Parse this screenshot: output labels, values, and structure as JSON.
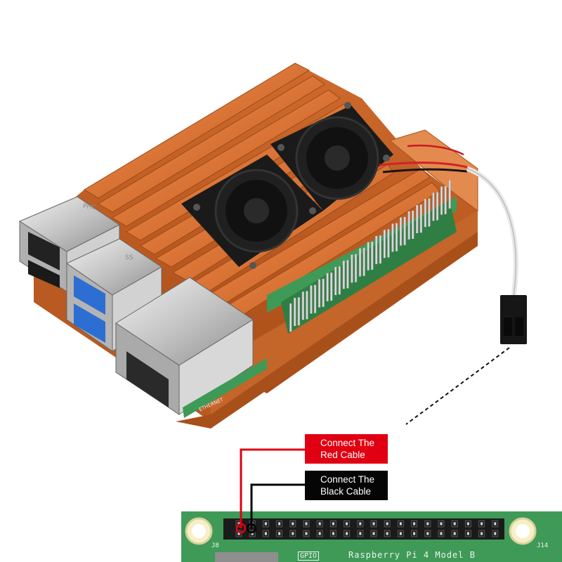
{
  "callouts": {
    "red": {
      "line1": "Connect The",
      "line2": "Red Cable",
      "color": "#e00012"
    },
    "black": {
      "line1": "Connect The",
      "line2": "Black Cable",
      "color": "#050505"
    }
  },
  "board_silkscreen": {
    "model": "Raspberry Pi 4 Model B",
    "gpio": "GPIO",
    "j8": "J8",
    "j14": "J14",
    "ethernet": "ETHERNET"
  },
  "usb_marks": [
    "PHC",
    "SS"
  ],
  "colors": {
    "case": "#d9773a",
    "fan": "#1c1c1c",
    "pcb": "#3f9a58",
    "wire_red": "#d4202a",
    "wire_black": "#151515"
  }
}
